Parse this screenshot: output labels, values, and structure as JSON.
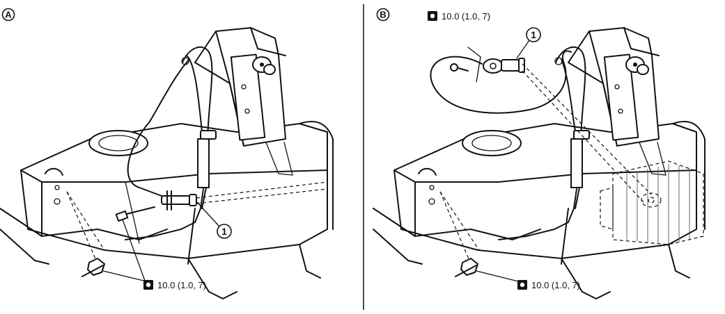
{
  "panel_a": {
    "letter": "A",
    "callout_number": "1",
    "torque_value": "10.0 (1.0, 7)"
  },
  "panel_b": {
    "letter": "B",
    "callout_number": "1",
    "torque_top_value": "10.0 (1.0, 7)",
    "torque_bottom_value": "10.0 (1.0, 7)"
  },
  "icons": [
    "torque-wrench-icon",
    "bolt-icon",
    "wheel-sensor-icon"
  ]
}
